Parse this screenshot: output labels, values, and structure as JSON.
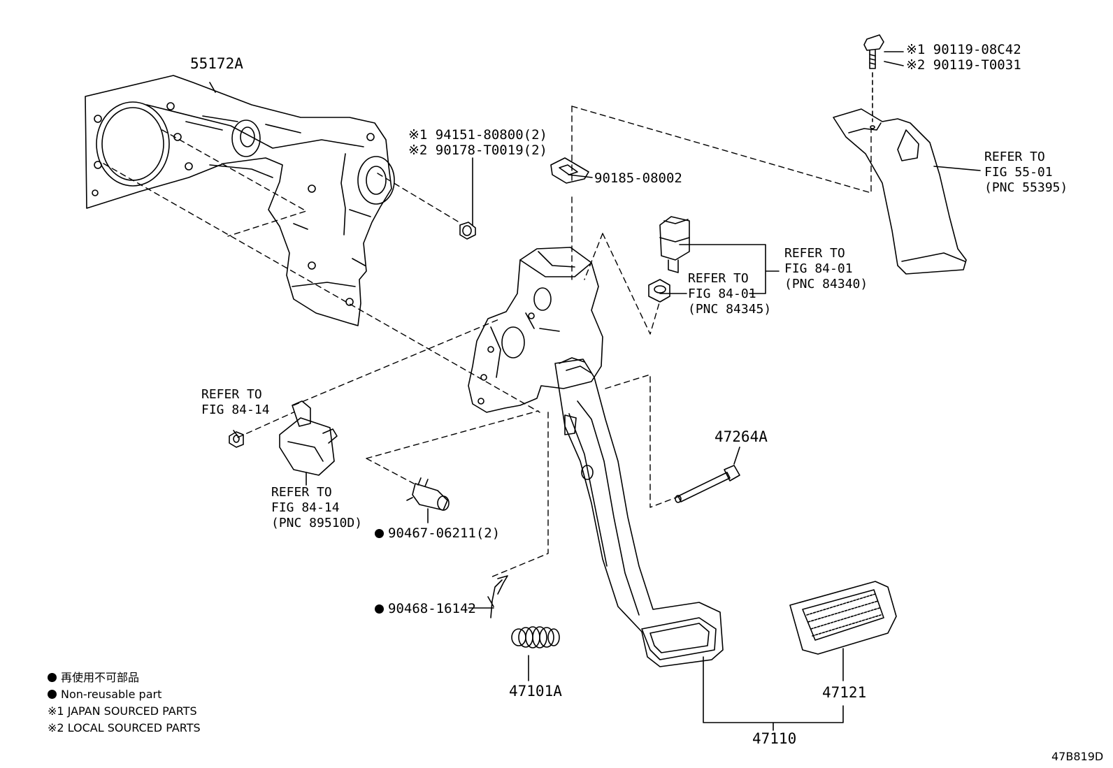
{
  "parts": {
    "p55172A": "55172A",
    "bolt_jp": "※1 90119-08C42",
    "bolt_local": "※2 90119-T0031",
    "nut_jp": "※1 94151-80800(2)",
    "nut_local": "※2 90178-T0019(2)",
    "clip": "90185-08002",
    "switch_grommet": "90467-06211(2)",
    "pin_clip": "90468-16142",
    "pin": "47264A",
    "spring": "47101A",
    "pad": "47121",
    "pedal": "47110",
    "figure_code": "47B819D"
  },
  "refs": {
    "r55395": [
      "REFER TO",
      "FIG 55-01",
      "(PNC 55395)"
    ],
    "r84340": [
      "REFER TO",
      "FIG 84-01",
      "(PNC 84340)"
    ],
    "r84345": [
      "REFER TO",
      "FIG 84-01",
      "(PNC 84345)"
    ],
    "r8414a": [
      "REFER TO",
      "FIG 84-14"
    ],
    "r89510": [
      "REFER TO",
      "FIG 84-14",
      "(PNC 89510D)"
    ]
  },
  "legend": {
    "nonreusable_jp": "再使用不可部品",
    "nonreusable_en": "Non-reusable part",
    "note1": "※1 JAPAN SOURCED PARTS",
    "note2": "※2 LOCAL SOURCED PARTS"
  },
  "colors": {
    "ink": "#000000",
    "paper": "#ffffff"
  }
}
